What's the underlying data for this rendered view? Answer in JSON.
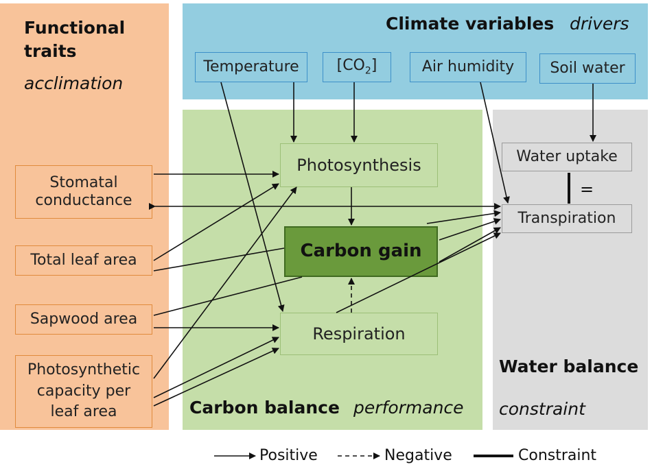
{
  "panels": {
    "functional_traits": {
      "title": "Functional traits",
      "subtitle": "acclimation"
    },
    "climate_variables": {
      "title": "Climate variables",
      "subtitle": "drivers"
    },
    "carbon_balance": {
      "title": "Carbon balance",
      "subtitle": "performance"
    },
    "water_balance": {
      "title": "Water balance",
      "subtitle": "constraint"
    }
  },
  "nodes": {
    "temperature": "Temperature",
    "co2_prefix": "[CO",
    "co2_sub": "2",
    "co2_suffix": "]",
    "air_humidity": "Air humidity",
    "soil_water": "Soil water",
    "photosynthesis": "Photosynthesis",
    "carbon_gain": "Carbon gain",
    "respiration": "Respiration",
    "water_uptake": "Water uptake",
    "transpiration": "Transpiration",
    "stomatal_conductance": "Stomatal conductance",
    "total_leaf_area": "Total leaf area",
    "sapwood_area": "Sapwood area",
    "photosynthetic_capacity": "Photosynthetic capacity per leaf area"
  },
  "equals_sign": "=",
  "legend": {
    "positive": "Positive",
    "negative": "Negative",
    "constraint": "Constraint"
  },
  "colors": {
    "functional_traits_bg": "#f8c39a",
    "climate_bg": "#93cde0",
    "carbon_bg": "#c5dea9",
    "water_bg": "#dcdcdc",
    "carbon_gain_fill": "#6a9a3c",
    "arrow": "#111111"
  }
}
